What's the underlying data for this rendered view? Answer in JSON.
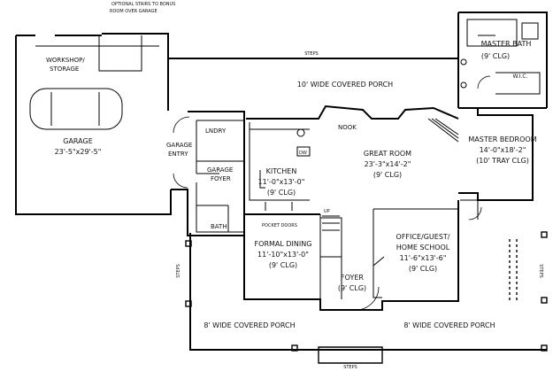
{
  "rooms": {
    "stair_note_1": "OPTIONAL STAIRS TO BONUS",
    "stair_note_2": "ROOM OVER GARAGE",
    "workshop_1": "WORKSHOP/",
    "workshop_2": "STORAGE",
    "garage_1": "GARAGE",
    "garage_2": "23'-5\"x29'-5\"",
    "ten_ft_porch": "10' WIDE COVERED PORCH",
    "nook": "NOOK",
    "great_room_1": "GREAT ROOM",
    "great_room_2": "23'-3\"x14'-2\"",
    "great_room_3": "(9' CLG)",
    "master_bath_1": "MASTER BATH",
    "master_bath_2": "(9' CLG)",
    "wic": "W.I.C.",
    "master_bed_1": "MASTER BEDROOM",
    "master_bed_2": "14'-0\"x18'-2\"",
    "master_bed_3": "(10' TRAY CLG)",
    "laundry": "LNDRY",
    "garage_entry_1": "GARAGE",
    "garage_entry_2": "ENTRY",
    "garage_foyer_1": "GARAGE",
    "garage_foyer_2": "FOYER",
    "bath": "BATH",
    "kitchen_1": "KITCHEN",
    "kitchen_2": "11'-0\"x13'-0\"",
    "kitchen_3": "(9' CLG)",
    "dw": "DW",
    "pocket_doors": "POCKET DOORS",
    "formal_dining_1": "FORMAL DINING",
    "formal_dining_2": "11'-10\"x13'-0\"",
    "formal_dining_3": "(9' CLG)",
    "foyer_1": "FOYER",
    "foyer_2": "(9' CLG)",
    "office_1": "OFFICE/GUEST/",
    "office_2": "HOME SCHOOL",
    "office_3": "11'-6\"x13'-6\"",
    "office_4": "(9' CLG)",
    "porch_left": "8' WIDE COVERED PORCH",
    "porch_right": "8' WIDE COVERED PORCH",
    "steps_top": "STEPS",
    "steps_bottom": "STEPS",
    "steps_left": "STEPS",
    "steps_right": "STEPS",
    "up": "UP"
  }
}
